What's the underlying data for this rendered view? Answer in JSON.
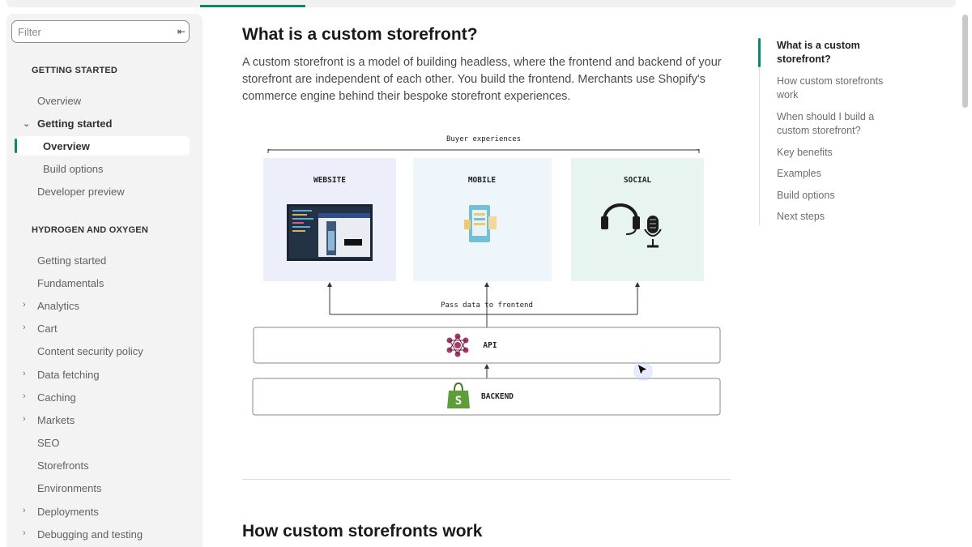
{
  "sidebar": {
    "filter_placeholder": "Filter",
    "sections": [
      {
        "heading": "GETTING STARTED",
        "items": [
          {
            "label": "Overview"
          },
          {
            "label": "Getting started",
            "expanded": true
          },
          {
            "label": "Overview",
            "active": true
          },
          {
            "label": "Build options"
          },
          {
            "label": "Developer preview"
          }
        ]
      },
      {
        "heading": "HYDROGEN AND OXYGEN",
        "items": [
          {
            "label": "Getting started"
          },
          {
            "label": "Fundamentals"
          },
          {
            "label": "Analytics",
            "collapsible": true
          },
          {
            "label": "Cart",
            "collapsible": true
          },
          {
            "label": "Content security policy"
          },
          {
            "label": "Data fetching",
            "collapsible": true
          },
          {
            "label": "Caching",
            "collapsible": true
          },
          {
            "label": "Markets",
            "collapsible": true
          },
          {
            "label": "SEO"
          },
          {
            "label": "Storefronts"
          },
          {
            "label": "Environments"
          },
          {
            "label": "Deployments",
            "collapsible": true
          },
          {
            "label": "Debugging and testing",
            "collapsible": true
          }
        ]
      }
    ]
  },
  "main": {
    "title": "What is a custom storefront?",
    "intro": "A custom storefront is a model of building headless, where the frontend and backend of your storefront are independent of each other. You build the frontend. Merchants use Shopify's commerce engine behind their bespoke storefront experiences.",
    "next_title": "How custom storefronts work"
  },
  "diagram": {
    "buyer_label": "Buyer experiences",
    "channels": [
      {
        "label": "WEBSITE",
        "color": "#eceff9"
      },
      {
        "label": "MOBILE",
        "color": "#eef5fb"
      },
      {
        "label": "SOCIAL",
        "color": "#e8f4f0"
      }
    ],
    "pass_label": "Pass data to frontend",
    "api_label": "API",
    "backend_label": "BACKEND"
  },
  "toc": {
    "items": [
      {
        "label": "What is a custom storefront?",
        "current": true
      },
      {
        "label": "How custom storefronts work"
      },
      {
        "label": "When should I build a custom storefront?"
      },
      {
        "label": "Key benefits"
      },
      {
        "label": "Examples"
      },
      {
        "label": "Build options"
      },
      {
        "label": "Next steps"
      }
    ]
  },
  "colors": {
    "accent": "#0a8a6a",
    "text": "#303030",
    "muted": "#616161"
  }
}
